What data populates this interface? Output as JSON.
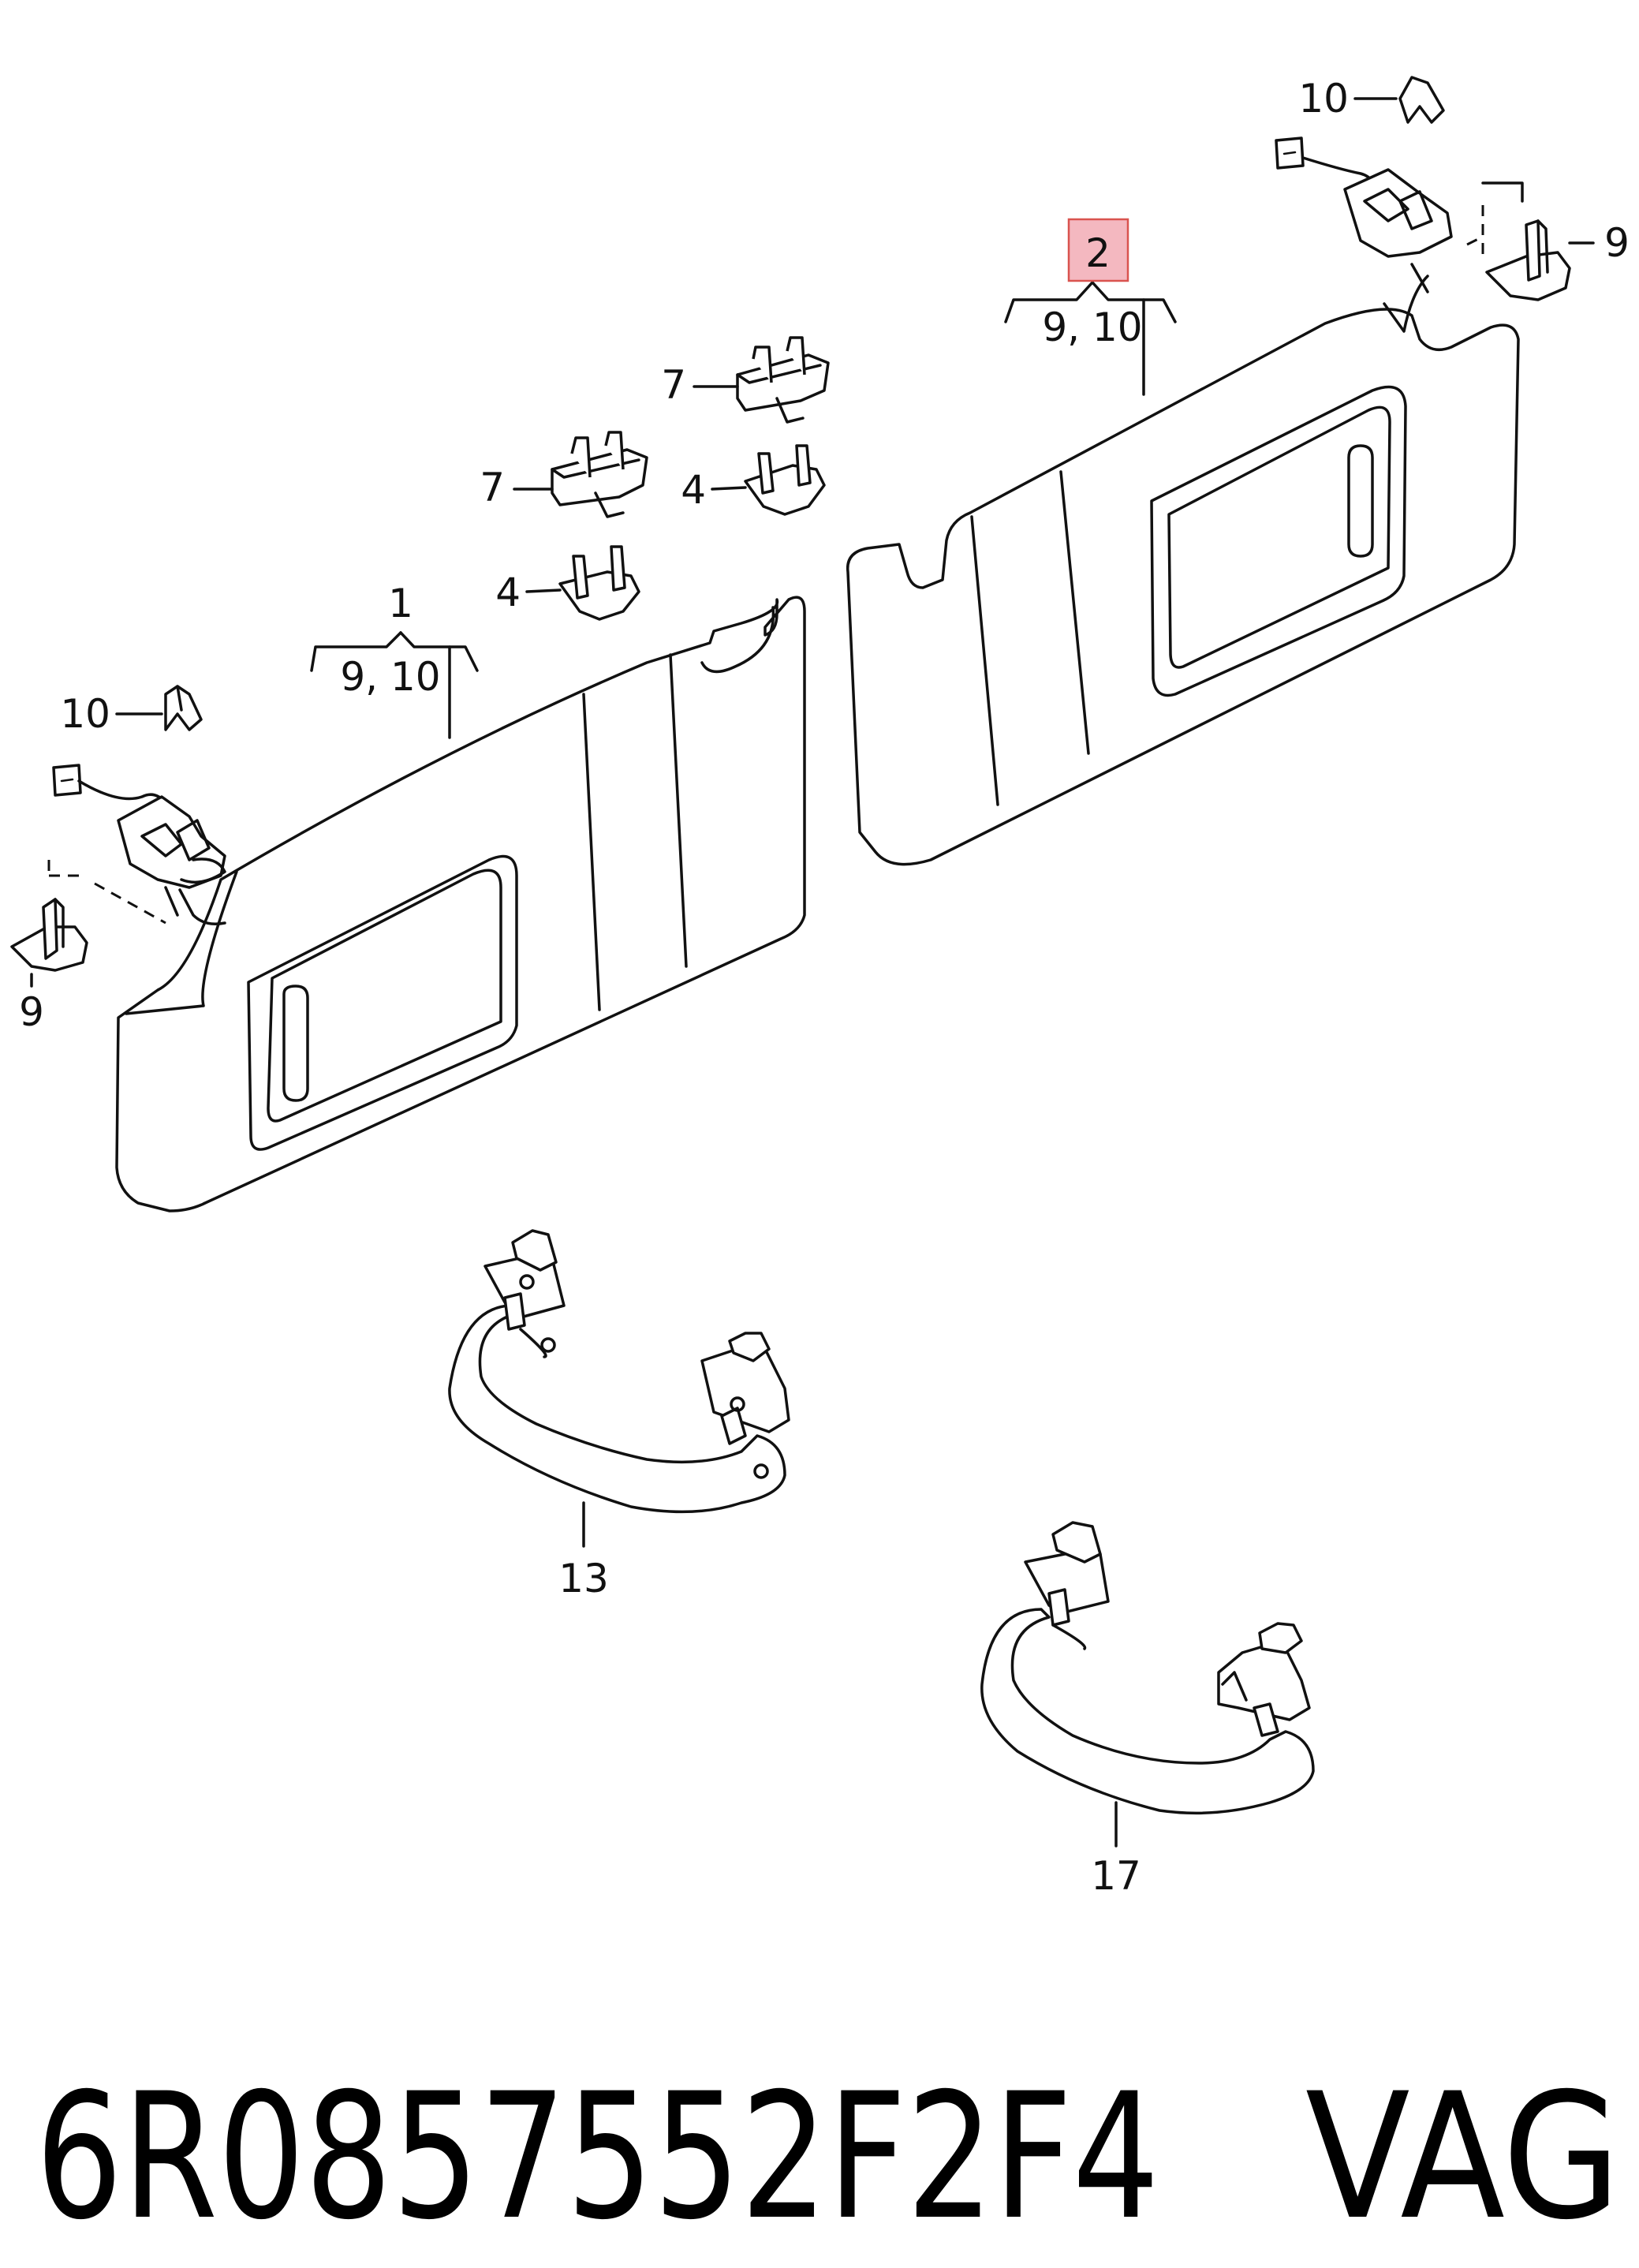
{
  "callouts": {
    "c1": "1",
    "c1_sub": "9, 10",
    "c2": "2",
    "c2_sub": "9, 10",
    "c4a": "4",
    "c4b": "4",
    "c7a": "7",
    "c7b": "7",
    "c9a": "9",
    "c9b": "9",
    "c10a": "10",
    "c10b": "10",
    "c13": "13",
    "c17": "17"
  },
  "highlight_color": "#f4b8c0",
  "highlight_stroke": "#d9534f",
  "footer": {
    "part_number": "6R0857552F2F4",
    "brand": "VAG"
  }
}
